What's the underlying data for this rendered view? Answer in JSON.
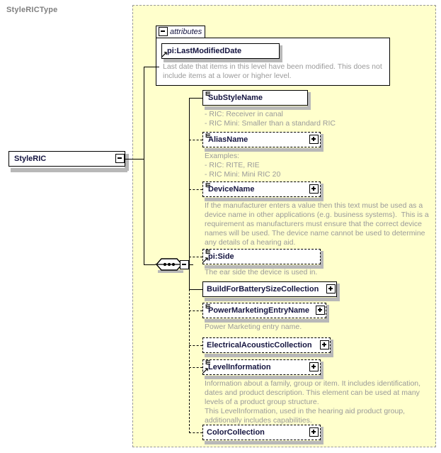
{
  "diagram": {
    "kind": "xsd-schema-diagram",
    "root_element": {
      "name": "StyleRIC",
      "toggle": "minus",
      "icon": "collapse-icon"
    },
    "complex_type": {
      "name": "StyleRICType",
      "background_color": "#ffffcc",
      "border_color": "#999999"
    },
    "attributes_group": {
      "tab_label": "attributes",
      "toggle": "minus",
      "items": [
        {
          "name": "pi:LastModifiedDate",
          "required": true,
          "is_reference": true,
          "documentation": "Last date that items in this level have been modified. This does not include items at a lower or higher level."
        }
      ]
    },
    "compositor": {
      "type": "sequence",
      "icon": "sequence-icon",
      "toggle": "minus"
    },
    "elements": [
      {
        "name": "SubStyleName",
        "required": true,
        "expandable": false,
        "is_reference": false,
        "documentation": "- RIC: Receiver in canal\n- RIC Mini: Smaller than a standard RIC"
      },
      {
        "name": "AliasName",
        "required": false,
        "expandable": true,
        "is_reference": false,
        "documentation": "Examples:\n- RIC: RITE, RIE\n- RIC Mini: Mini RIC 20"
      },
      {
        "name": "DeviceName",
        "required": false,
        "expandable": true,
        "is_reference": false,
        "documentation": "If the manufacturer enters a value then this text must be used as a device name in other applications (e.g. business systems).  This is a requirement as manufacturers must ensure that the correct device names will be used. The device name cannot be used to determine any details of a hearing aid."
      },
      {
        "name": "pi:Side",
        "required": false,
        "expandable": false,
        "is_reference": true,
        "documentation": "The ear side the device is used in."
      },
      {
        "name": "BuildForBatterySizeCollection",
        "required": true,
        "expandable": true,
        "is_reference": false,
        "documentation": ""
      },
      {
        "name": "PowerMarketingEntryName",
        "required": false,
        "expandable": true,
        "is_reference": false,
        "documentation": "Power Marketing entry name."
      },
      {
        "name": "ElectricalAcousticCollection",
        "required": false,
        "expandable": true,
        "is_reference": false,
        "documentation": ""
      },
      {
        "name": "LevelInformation",
        "required": false,
        "expandable": true,
        "is_reference": true,
        "documentation": "Information about a family, group or item. It includes identification, dates and product description. This element can be used at many levels of a product group structure.\nThis LevelInformation, used in the hearing aid product group, additionally includes capabilities."
      },
      {
        "name": "ColorCollection",
        "required": false,
        "expandable": true,
        "is_reference": false,
        "documentation": ""
      }
    ],
    "colors": {
      "type_background": "#ffffcc",
      "type_border": "#999999",
      "node_border": "#000000",
      "node_fill": "#ffffff",
      "label_text": "#151540",
      "doc_text": "#9a9a9a",
      "title_text": "#808080",
      "shadow": "#b8b8b8"
    }
  }
}
